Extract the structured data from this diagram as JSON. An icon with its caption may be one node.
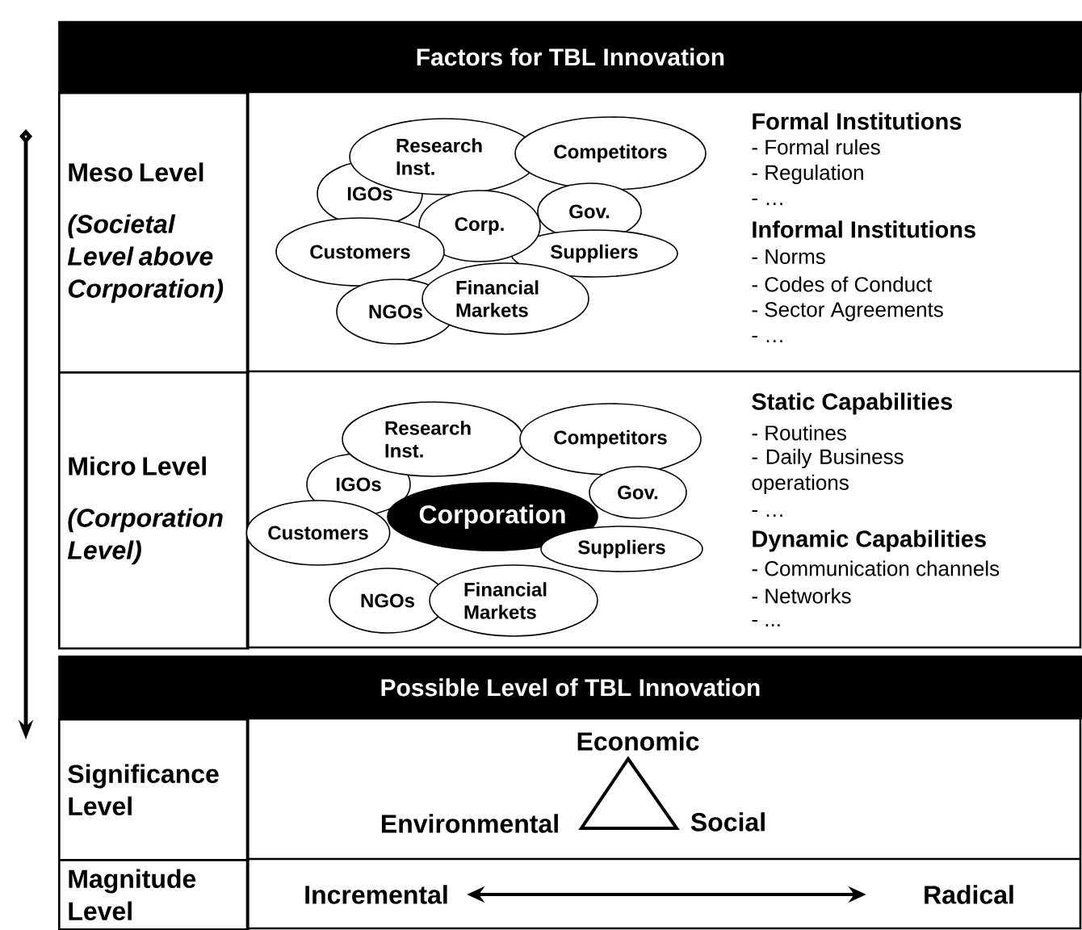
{
  "diagram": {
    "nodes": [
      {
        "text": [
          "Factors for TBL Innovation"
        ]
      },
      {
        "text": [
          "Meso Level",
          "(Societal Level above Corporation)"
        ]
      },
      {
        "text": [
          "Research Inst."
        ]
      },
      {
        "text": [
          "Competitors"
        ]
      },
      {
        "text": [
          "IGOs"
        ]
      },
      {
        "text": [
          "Corp."
        ]
      },
      {
        "text": [
          "Gov."
        ]
      },
      {
        "text": [
          "Customers"
        ]
      },
      {
        "text": [
          "Suppliers"
        ]
      },
      {
        "text": [
          "NGOs"
        ]
      },
      {
        "text": [
          "Financial Markets"
        ]
      },
      {
        "text": [
          "Micro Level",
          "(Corporation Level)"
        ]
      },
      {
        "text": [
          "Research Inst."
        ]
      },
      {
        "text": [
          "Competitors"
        ]
      },
      {
        "text": [
          "IGOs"
        ]
      },
      {
        "text": [
          "Corporation"
        ]
      },
      {
        "text": [
          "Gov."
        ]
      },
      {
        "text": [
          "Customers"
        ]
      },
      {
        "text": [
          "Suppliers"
        ]
      },
      {
        "text": [
          "NGOs"
        ]
      },
      {
        "text": [
          "Financial Markets"
        ]
      },
      {
        "text": [
          "Possible Level of TBL Innovation"
        ]
      },
      {
        "text": [
          "Significance Level"
        ]
      },
      {
        "text": [
          "Magnitude Level"
        ]
      },
      {
        "text": [
          "Incremental"
        ]
      },
      {
        "text": [
          "Radical"
        ]
      }
    ],
    "edges": [
      {
        "from": 24,
        "to": 25,
        "arrow": "both"
      }
    ],
    "labels": [
      "Formal Institutions",
      "- Formal rules",
      "- Regulation",
      "- …",
      "Informal Institutions",
      "- Norms",
      "- Codes of Conduct",
      "- Sector Agreements",
      "- …",
      "Static Capabilities",
      "- Routines",
      "- Daily Business operations",
      "- …",
      "Dynamic Capabilities",
      "- Communication channels",
      "- Networks",
      "- ...",
      "Economic",
      "Environmental",
      "Social"
    ]
  }
}
